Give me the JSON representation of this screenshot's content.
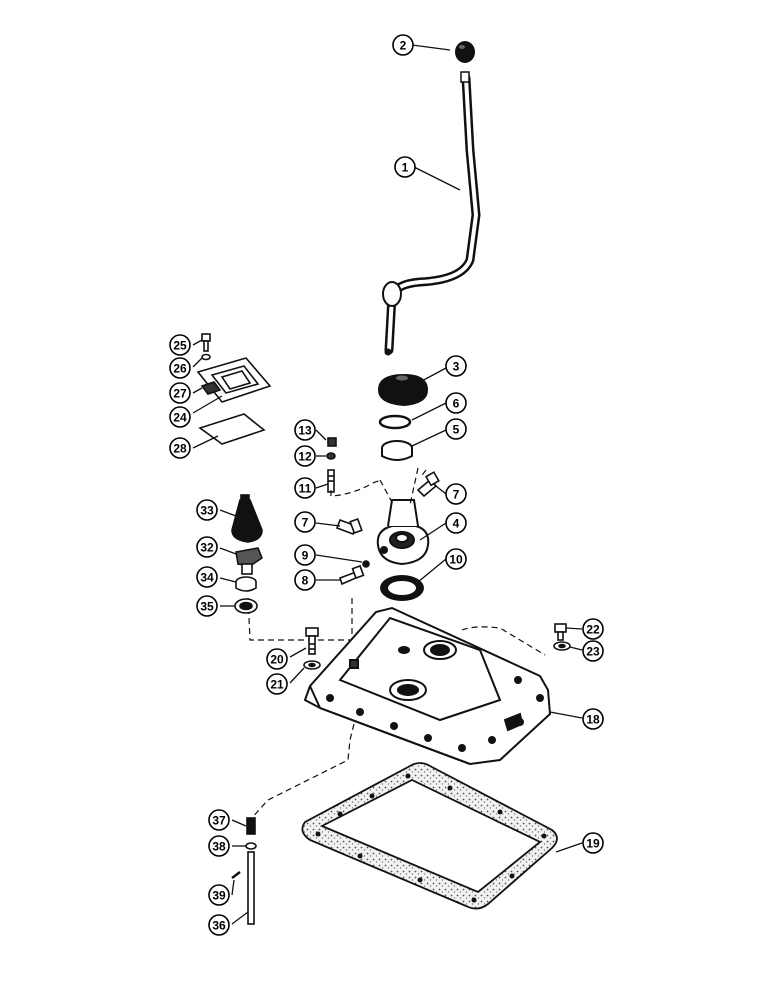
{
  "callouts": [
    {
      "id": "c1",
      "label": "1"
    },
    {
      "id": "c2",
      "label": "2"
    },
    {
      "id": "c3",
      "label": "3"
    },
    {
      "id": "c4",
      "label": "4"
    },
    {
      "id": "c5",
      "label": "5"
    },
    {
      "id": "c6",
      "label": "6"
    },
    {
      "id": "c7a",
      "label": "7"
    },
    {
      "id": "c7b",
      "label": "7"
    },
    {
      "id": "c8",
      "label": "8"
    },
    {
      "id": "c9",
      "label": "9"
    },
    {
      "id": "c10",
      "label": "10"
    },
    {
      "id": "c11",
      "label": "11"
    },
    {
      "id": "c12",
      "label": "12"
    },
    {
      "id": "c13",
      "label": "13"
    },
    {
      "id": "c18",
      "label": "18"
    },
    {
      "id": "c19",
      "label": "19"
    },
    {
      "id": "c20",
      "label": "20"
    },
    {
      "id": "c21",
      "label": "21"
    },
    {
      "id": "c22",
      "label": "22"
    },
    {
      "id": "c23",
      "label": "23"
    },
    {
      "id": "c24",
      "label": "24"
    },
    {
      "id": "c25",
      "label": "25"
    },
    {
      "id": "c26",
      "label": "26"
    },
    {
      "id": "c27",
      "label": "27"
    },
    {
      "id": "c28",
      "label": "28"
    },
    {
      "id": "c32",
      "label": "32"
    },
    {
      "id": "c33",
      "label": "33"
    },
    {
      "id": "c34",
      "label": "34"
    },
    {
      "id": "c35",
      "label": "35"
    },
    {
      "id": "c36",
      "label": "36"
    },
    {
      "id": "c37",
      "label": "37"
    },
    {
      "id": "c38",
      "label": "38"
    },
    {
      "id": "c39",
      "label": "39"
    }
  ]
}
